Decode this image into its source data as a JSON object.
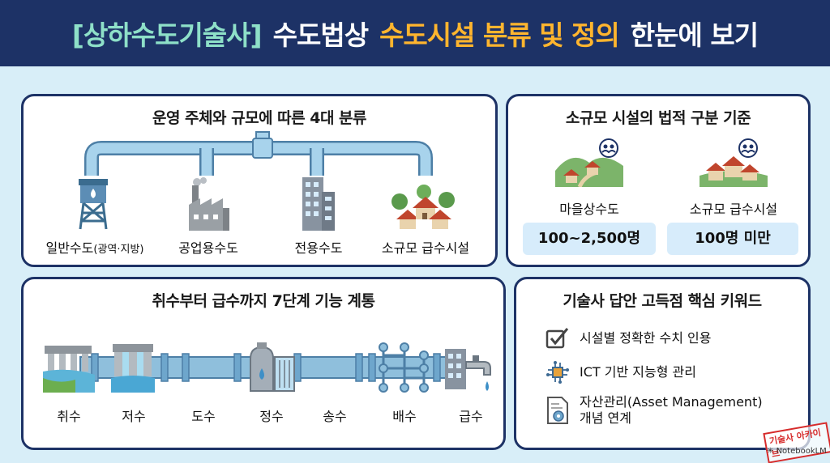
{
  "header": {
    "part1": "[상하수도기술사]",
    "part2": "수도법상",
    "part3": "수도시설 분류 및 정의",
    "part4": "한눈에 보기"
  },
  "classification": {
    "title": "운영 주체와 규모에 따른 4대 분류",
    "items": [
      {
        "label": "일반수도",
        "label_small": "(광역·지방)",
        "icon": "water-tower-icon"
      },
      {
        "label": "공업용수도",
        "icon": "factory-icon"
      },
      {
        "label": "전용수도",
        "icon": "building-icon"
      },
      {
        "label": "소규모 급수시설",
        "icon": "village-icon"
      }
    ]
  },
  "small_scale": {
    "title": "소규모 시설의 법적 구분 기준",
    "items": [
      {
        "label": "마을상수도",
        "value": "100~2,500명",
        "icon": "village-people-icon"
      },
      {
        "label": "소규모 급수시설",
        "value": "100명 미만",
        "icon": "houses-people-icon"
      }
    ]
  },
  "stages": {
    "title": "취수부터 급수까지 7단계 기능 계통",
    "items": [
      "취수",
      "저수",
      "도수",
      "정수",
      "송수",
      "배수",
      "급수"
    ]
  },
  "keywords": {
    "title": "기술사 답안 고득점 핵심 키워드",
    "items": [
      {
        "text": "시설별 정확한 수치 인용",
        "icon": "checkbox-icon"
      },
      {
        "text": "ICT 기반 지능형 관리",
        "icon": "chip-icon"
      },
      {
        "text_line1": "자산관리(Asset Management)",
        "text_line2": "개념 연계",
        "icon": "document-gear-icon"
      }
    ]
  },
  "watermark": {
    "stamp": "기술사 아카이브",
    "brand": "NotebookLM"
  },
  "colors": {
    "navy": "#1d3266",
    "accent_orange": "#ffb52e",
    "accent_mint": "#8ee0c8",
    "pipe_blue": "#8fbfdc",
    "background": "#d8eef8"
  }
}
